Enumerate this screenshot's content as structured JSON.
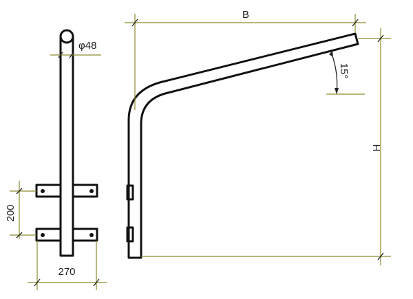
{
  "drawing": {
    "side_view": {
      "pipe_diameter_label": "φ48",
      "bracket_spacing_label": "200",
      "bracket_width_label": "270"
    },
    "front_view": {
      "reach_label": "B",
      "height_label": "H",
      "arm_angle_label": "15°"
    },
    "colors": {
      "object_lines": "#111111",
      "dimension_lines": "#8c8a2e"
    }
  }
}
